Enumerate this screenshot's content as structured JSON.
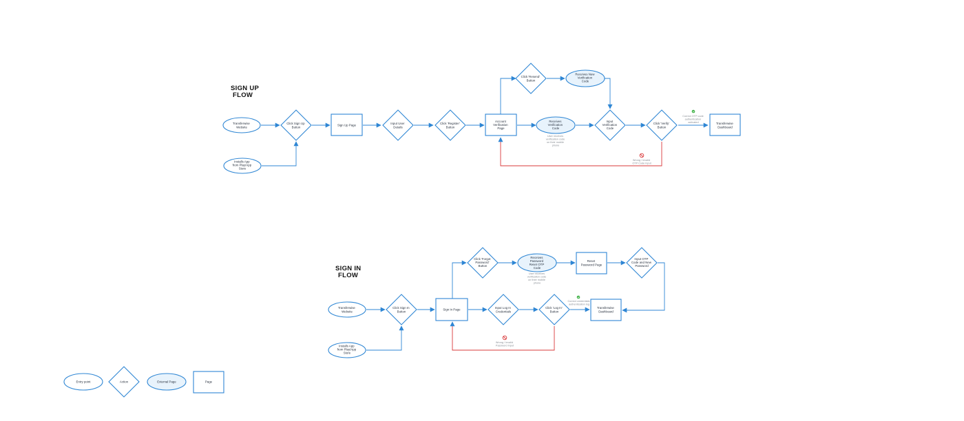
{
  "colors": {
    "stroke": "#2e86d4",
    "fill_external": "#e8f3fc",
    "reject": "#d9383a",
    "ok": "#3cb043",
    "text": "#2a3340",
    "note": "#8a8f96"
  },
  "signup": {
    "title": [
      "SIGN UP",
      "FLOW"
    ],
    "nodes": {
      "website": [
        "Transferwise",
        "Website"
      ],
      "install_app": [
        "Installs App",
        "from Play/App",
        "Store"
      ],
      "click_signup": [
        "Click Sign Up",
        "Button"
      ],
      "signup_page": [
        "Sign Up Page"
      ],
      "input_details": [
        "Input User",
        "Details"
      ],
      "click_register": [
        "Click 'Register'",
        "Button"
      ],
      "account_verification": [
        "Account",
        "Verification",
        "Page"
      ],
      "receives_code": [
        "Receives",
        "Verification",
        "Code"
      ],
      "input_code": [
        "Input",
        "Verification",
        "Code"
      ],
      "click_verify": [
        "Click 'Verify'",
        "Button"
      ],
      "dashboard": [
        "Transferwise",
        "Dashboard"
      ],
      "click_resend": [
        "Click 'Resend'",
        "Button"
      ],
      "receives_new_code": [
        "Receives New",
        "Verification",
        "Code"
      ]
    },
    "notes": {
      "receives_code": [
        "User receives",
        "verification code",
        "on their mobile",
        "phone"
      ],
      "correct_otp": [
        "Correct OTP code",
        "authentication",
        "activated"
      ],
      "wrong_otp": [
        "Wrong / Invalid",
        "OTP Code Input"
      ]
    }
  },
  "signin": {
    "title": [
      "SIGN  IN",
      "FLOW"
    ],
    "nodes": {
      "website": [
        "Transferwise",
        "Website"
      ],
      "install_app": [
        "Installs App",
        "from Play/App",
        "Store"
      ],
      "click_signin": [
        "Click Sign In",
        "Button"
      ],
      "signin_page": [
        "Sign In Page"
      ],
      "input_credentials": [
        "Input Log In",
        "Credentials"
      ],
      "click_login": [
        "Click 'Log In'",
        "Button"
      ],
      "dashboard": [
        "Transferwise",
        "Dashboard"
      ],
      "click_forgot": [
        "Click 'Forgot",
        "Password'",
        "Button"
      ],
      "receives_reset_otp": [
        "Receives",
        "Password",
        "Reset OTP",
        "Code"
      ],
      "reset_password_page": [
        "Reset",
        "Password Page"
      ],
      "input_otp_password": [
        "Input OTP",
        "Code and New",
        "Password"
      ]
    },
    "notes": {
      "receives_reset_otp": [
        "User receives",
        "verification code",
        "on their mobile",
        "phone"
      ],
      "correct_credentials": [
        "Correct credentials",
        "authentication log"
      ],
      "wrong_password": [
        "Wrong / Invalid",
        "Password Input"
      ]
    }
  },
  "legend": {
    "entry_point": "Entry point",
    "action": "Action",
    "external_page": "External Page",
    "page": "Page"
  }
}
